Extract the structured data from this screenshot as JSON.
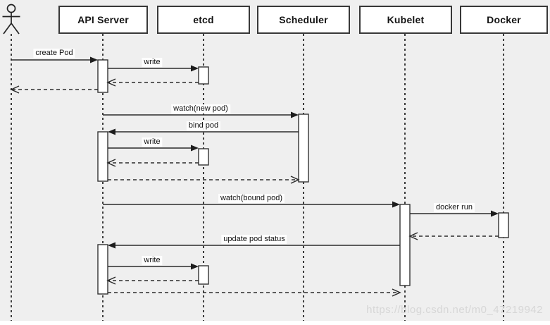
{
  "participants": [
    {
      "name": "API Server"
    },
    {
      "name": "etcd"
    },
    {
      "name": "Scheduler"
    },
    {
      "name": "Kubelet"
    },
    {
      "name": "Docker"
    }
  ],
  "actor": {
    "kind": "user-stick-figure"
  },
  "messages": [
    {
      "label": "create Pod",
      "from": "User",
      "to": "API Server",
      "type": "solid-call"
    },
    {
      "label": "write",
      "from": "API Server",
      "to": "etcd",
      "type": "solid-call"
    },
    {
      "label": "watch(new pod)",
      "from": "API Server",
      "to": "Scheduler",
      "type": "solid-call"
    },
    {
      "label": "bind pod",
      "from": "Scheduler",
      "to": "API Server",
      "type": "solid-call"
    },
    {
      "label": "write",
      "from": "API Server",
      "to": "etcd",
      "type": "solid-call"
    },
    {
      "label": "watch(bound pod)",
      "from": "API Server",
      "to": "Kubelet",
      "type": "solid-call"
    },
    {
      "label": "docker run",
      "from": "Kubelet",
      "to": "Docker",
      "type": "solid-call"
    },
    {
      "label": "update pod status",
      "from": "Kubelet",
      "to": "API Server",
      "type": "solid-call"
    },
    {
      "label": "write",
      "from": "API Server",
      "to": "etcd",
      "type": "solid-call"
    }
  ],
  "returns": [
    {
      "from": "etcd",
      "to": "API Server"
    },
    {
      "from": "API Server",
      "to": "User"
    },
    {
      "from": "etcd",
      "to": "API Server"
    },
    {
      "from": "API Server",
      "to": "Scheduler"
    },
    {
      "from": "Docker",
      "to": "Kubelet"
    },
    {
      "from": "etcd",
      "to": "API Server"
    },
    {
      "from": "API Server",
      "to": "Kubelet"
    }
  ],
  "watermark": "https://blog.csdn.net/m0_47219942",
  "colors": {
    "background": "#efefef",
    "line": "#2b2b2b",
    "lifeline": "#3c3c3c",
    "box_fill": "#ffffff",
    "box_border": "#383838",
    "watermark": "#d5d5d5"
  }
}
